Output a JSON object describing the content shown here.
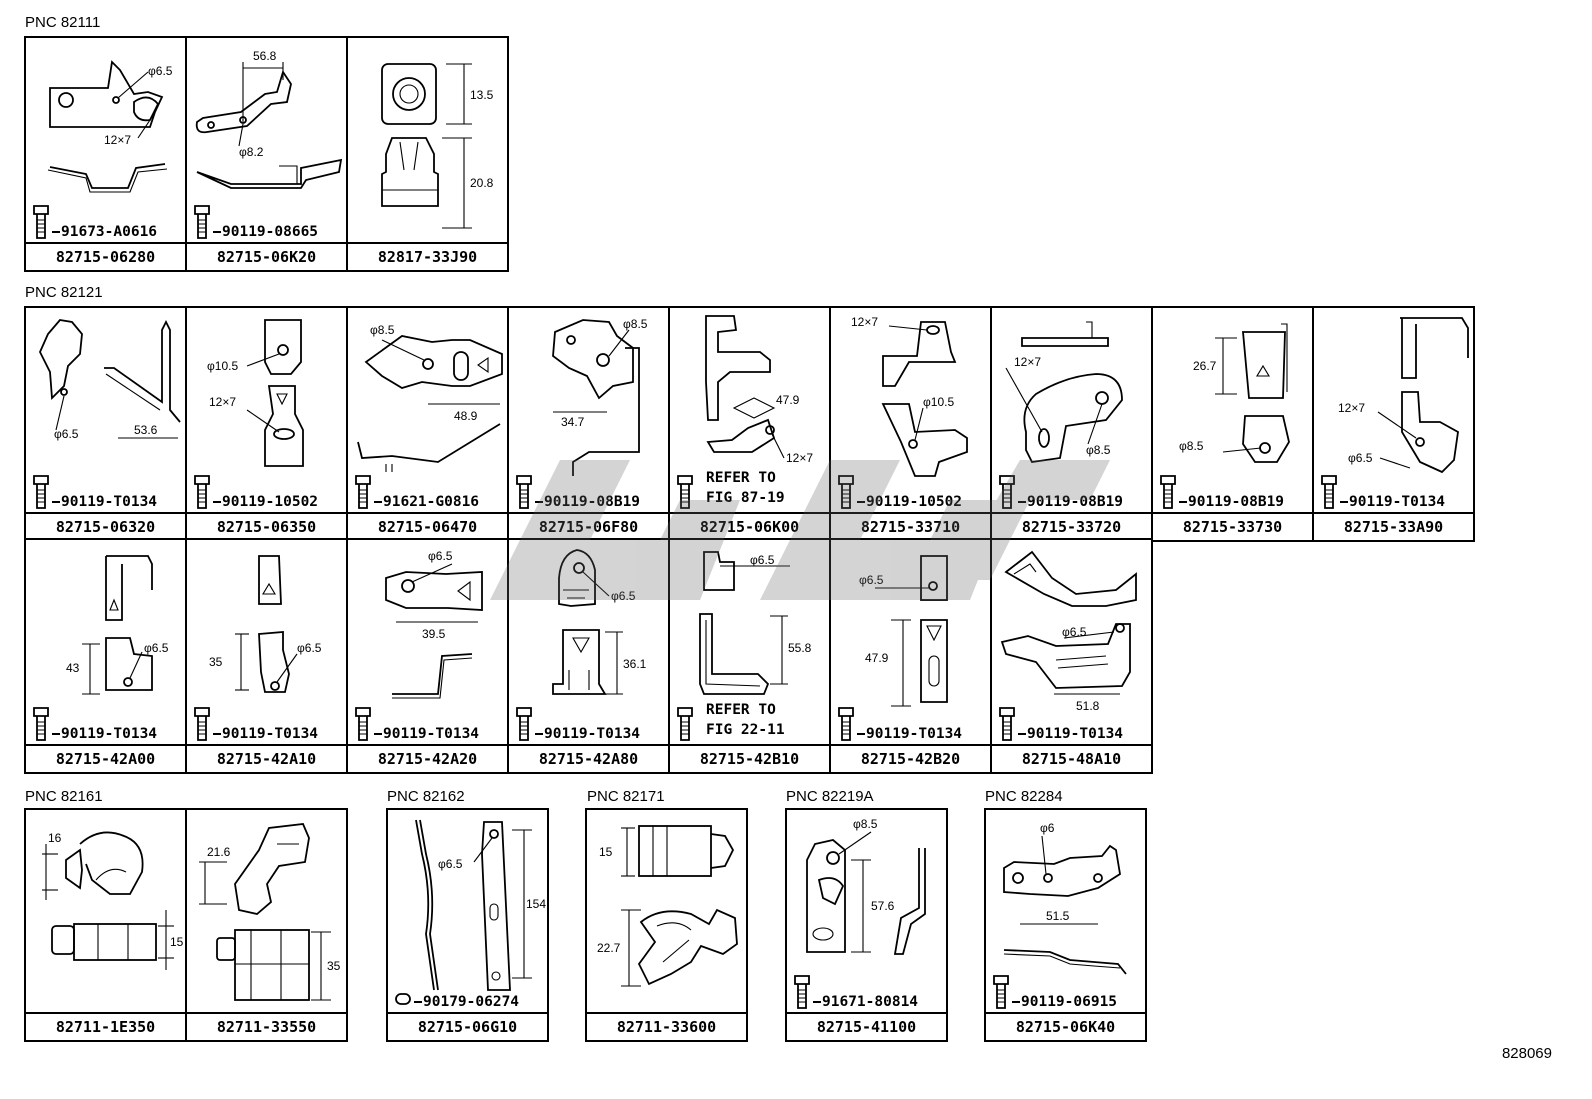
{
  "groups": [
    {
      "pnc": "PNC 82111",
      "items": [
        {
          "part": "82715-06280",
          "bolt": "91673-A0616",
          "dims": [
            "φ6.5",
            "12×7"
          ]
        },
        {
          "part": "82715-06K20",
          "bolt": "90119-08665",
          "dims": [
            "56.8",
            "φ8.2"
          ]
        },
        {
          "part": "82817-33J90",
          "bolt": "",
          "dims": [
            "13.5",
            "20.8"
          ]
        }
      ]
    },
    {
      "pnc": "PNC 82121",
      "items": [
        {
          "part": "82715-06320",
          "bolt": "90119-T0134",
          "dims": [
            "φ6.5",
            "53.6"
          ]
        },
        {
          "part": "82715-06350",
          "bolt": "90119-10502",
          "dims": [
            "φ10.5",
            "12×7"
          ]
        },
        {
          "part": "82715-06470",
          "bolt": "91621-G0816",
          "dims": [
            "φ8.5",
            "48.9"
          ]
        },
        {
          "part": "82715-06F80",
          "bolt": "90119-08B19",
          "dims": [
            "φ8.5",
            "34.7"
          ]
        },
        {
          "part": "82715-06K00",
          "bolt": "",
          "ref": "REFER TO\nFIG 87-19",
          "dims": [
            "47.9",
            "12×7"
          ]
        },
        {
          "part": "82715-33710",
          "bolt": "90119-10502",
          "dims": [
            "12×7",
            "φ10.5"
          ]
        },
        {
          "part": "82715-33720",
          "bolt": "90119-08B19",
          "dims": [
            "12×7",
            "φ8.5"
          ]
        },
        {
          "part": "82715-33730",
          "bolt": "90119-08B19",
          "dims": [
            "26.7",
            "φ8.5"
          ]
        },
        {
          "part": "82715-33A90",
          "bolt": "90119-T0134",
          "dims": [
            "12×7",
            "φ6.5"
          ]
        },
        {
          "part": "82715-42A00",
          "bolt": "90119-T0134",
          "dims": [
            "43",
            "φ6.5"
          ]
        },
        {
          "part": "82715-42A10",
          "bolt": "90119-T0134",
          "dims": [
            "35",
            "φ6.5"
          ]
        },
        {
          "part": "82715-42A20",
          "bolt": "90119-T0134",
          "dims": [
            "φ6.5",
            "39.5"
          ]
        },
        {
          "part": "82715-42A80",
          "bolt": "90119-T0134",
          "dims": [
            "φ6.5",
            "36.1"
          ]
        },
        {
          "part": "82715-42B10",
          "bolt": "",
          "ref": "REFER TO\nFIG 22-11",
          "dims": [
            "φ6.5",
            "55.8"
          ]
        },
        {
          "part": "82715-42B20",
          "bolt": "90119-T0134",
          "dims": [
            "φ6.5",
            "47.9"
          ]
        },
        {
          "part": "82715-48A10",
          "bolt": "90119-T0134",
          "dims": [
            "φ6.5",
            "51.8"
          ]
        }
      ]
    },
    {
      "pnc": "PNC 82161",
      "items": [
        {
          "part": "82711-1E350",
          "bolt": "",
          "dims": [
            "16",
            "15"
          ]
        },
        {
          "part": "82711-33550",
          "bolt": "",
          "dims": [
            "21.6",
            "35"
          ]
        }
      ]
    },
    {
      "pnc": "PNC 82162",
      "items": [
        {
          "part": "82715-06G10",
          "bolt": "90179-06274",
          "dims": [
            "φ6.5",
            "154"
          ]
        }
      ]
    },
    {
      "pnc": "PNC 82171",
      "items": [
        {
          "part": "82711-33600",
          "bolt": "",
          "dims": [
            "15",
            "22.7"
          ]
        }
      ]
    },
    {
      "pnc": "PNC 82219A",
      "items": [
        {
          "part": "82715-41100",
          "bolt": "91671-80814",
          "dims": [
            "φ8.5",
            "57.6"
          ]
        }
      ]
    },
    {
      "pnc": "PNC 82284",
      "items": [
        {
          "part": "82715-06K40",
          "bolt": "90119-06915",
          "dims": [
            "φ6",
            "51.5"
          ]
        }
      ]
    }
  ],
  "drawing_number": "828069"
}
